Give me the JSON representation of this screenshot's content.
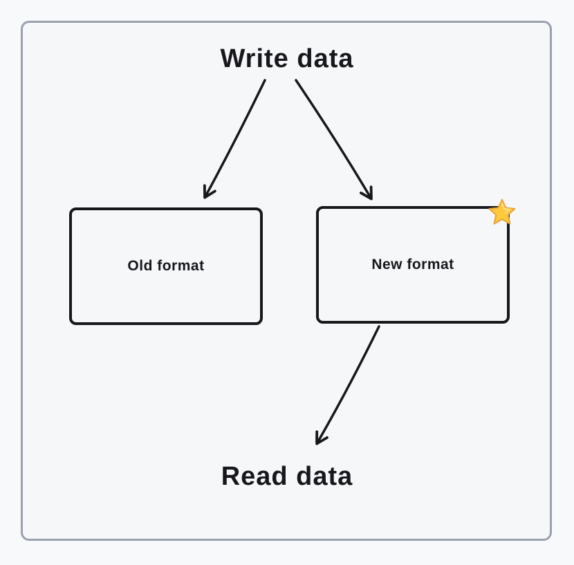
{
  "diagram": {
    "top_label": "Write data",
    "bottom_label": "Read data",
    "nodes": [
      {
        "label": "Old format"
      },
      {
        "label": "New format",
        "badge": "star-icon"
      }
    ],
    "colors": {
      "ink": "#17171c",
      "frame_border": "#99a1ac",
      "background": "#f5f7f9",
      "star_fill": "#FFC83D",
      "star_stroke": "#E9A63B"
    }
  }
}
